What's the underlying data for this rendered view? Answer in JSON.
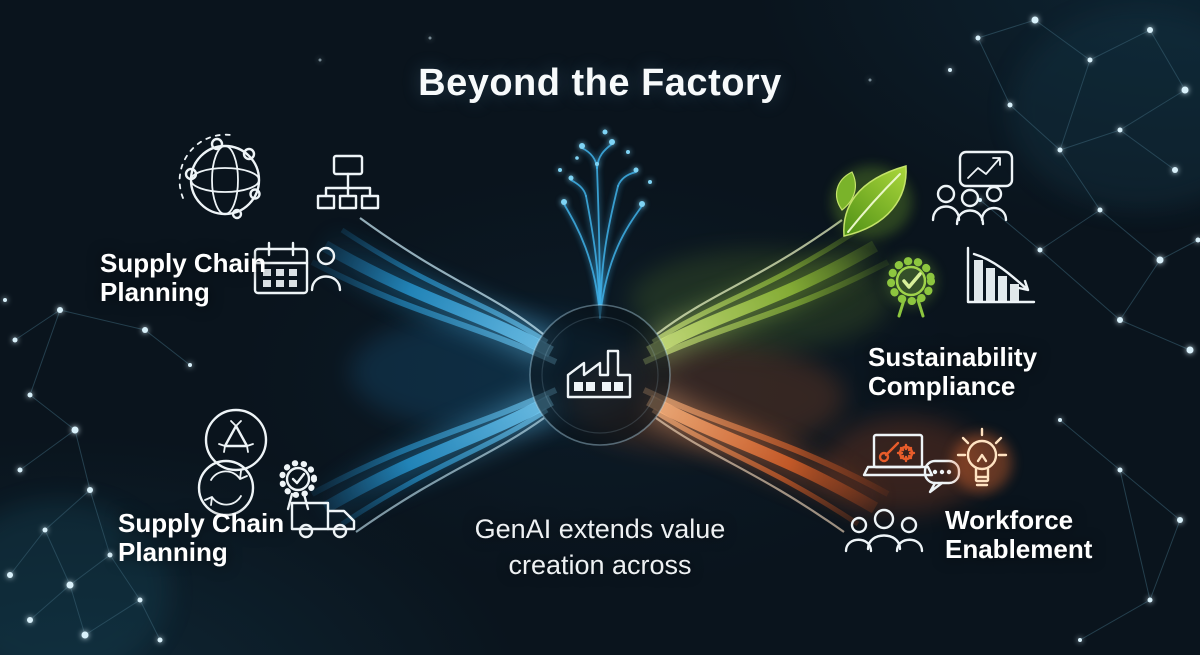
{
  "title": "Beyond the Factory",
  "center": {
    "hub_icon": "factory-icon",
    "caption_lines": [
      "GenAI extends value",
      "creation across"
    ]
  },
  "clusters": {
    "top_left": {
      "label_lines": [
        "Supply Chain",
        "Planning"
      ],
      "icons": [
        "globe-network-icon",
        "org-chart-icon",
        "calendar-icon",
        "person-icon"
      ],
      "stream_color": "#2aa7e8"
    },
    "bottom_left": {
      "label_lines": [
        "Supply Chain",
        "Planning"
      ],
      "icons": [
        "recycle-icon",
        "cycle-arrows-icon",
        "inspection-badge-icon",
        "truck-icon"
      ],
      "stream_color": "#2aa7e8"
    },
    "top_right": {
      "label_lines": [
        "Sustainability",
        "Compliance"
      ],
      "icons": [
        "leaf-icon",
        "people-chat-icon",
        "certified-badge-icon",
        "declining-chart-icon"
      ],
      "stream_color": "#9ecb3b"
    },
    "bottom_right": {
      "label_lines": [
        "Workforce",
        "Enablement"
      ],
      "icons": [
        "laptop-tools-icon",
        "chat-bubble-icon",
        "lightbulb-icon",
        "team-icon"
      ],
      "stream_color": "#f16a2a"
    }
  },
  "colors": {
    "background": "#0a141d",
    "text": "#f5f7f8",
    "blue": "#2aa7e8",
    "green": "#9ecb3b",
    "orange": "#f16a2a"
  }
}
